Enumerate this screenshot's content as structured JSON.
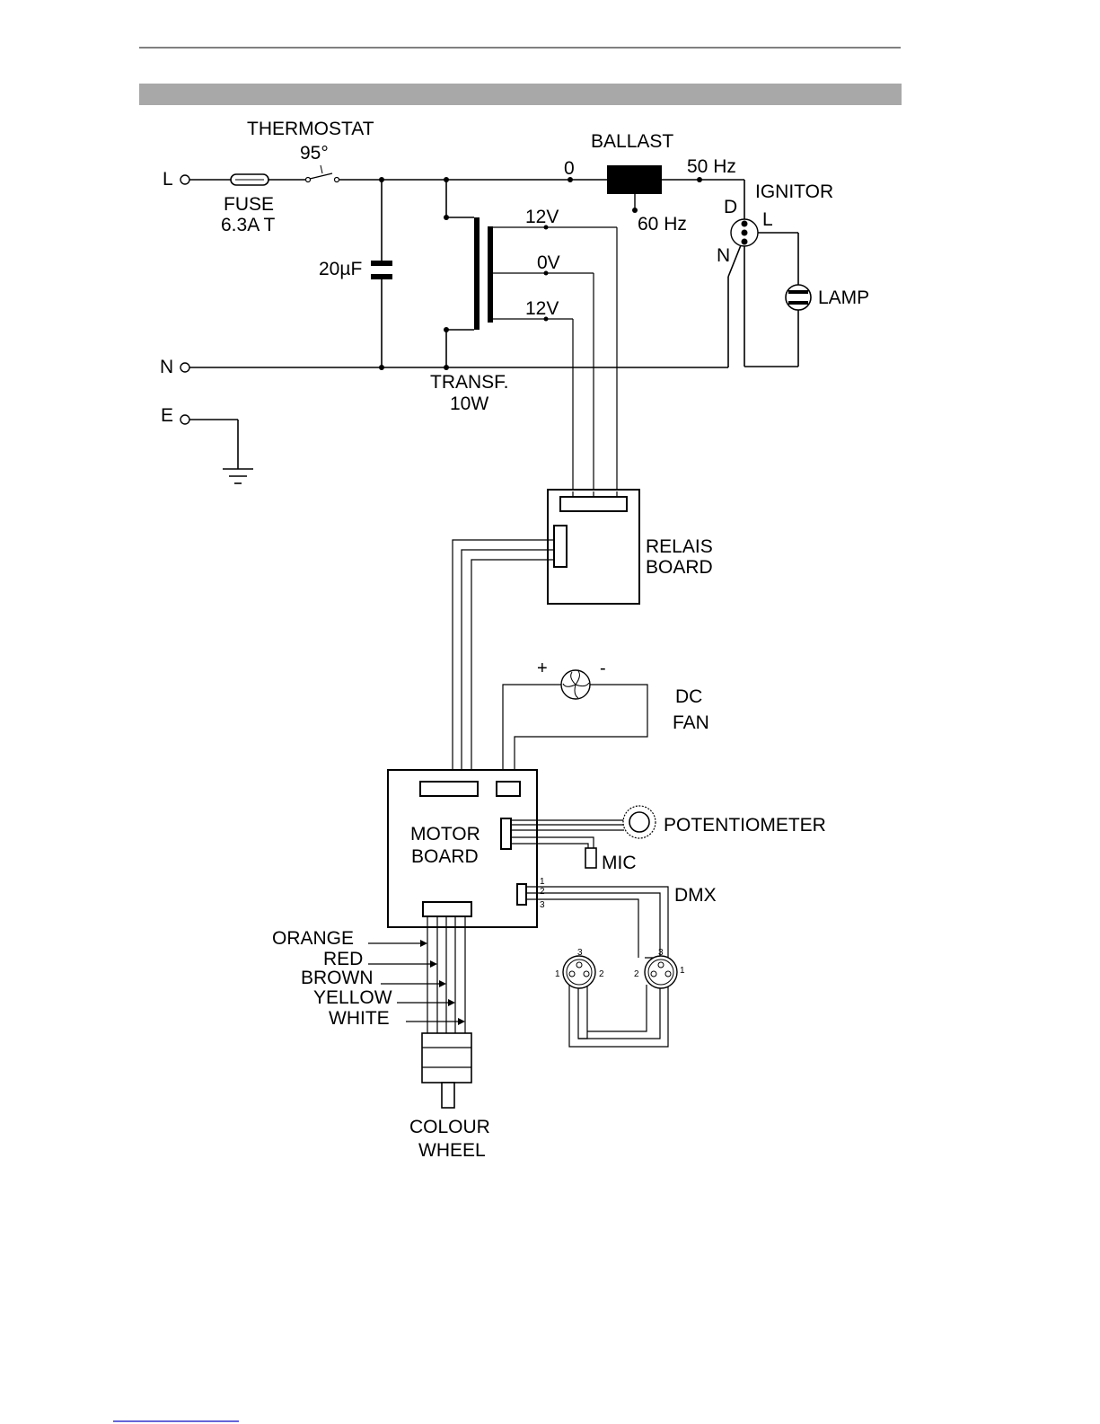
{
  "colors": {
    "ink": "#000000",
    "header_band": "#a8a8a8",
    "footer_link": "#3333cc"
  },
  "mains": {
    "line": "L",
    "neutral": "N",
    "earth": "E"
  },
  "thermostat": {
    "name": "THERMOSTAT",
    "temp": "95°"
  },
  "fuse": {
    "name": "FUSE",
    "rating": "6.3A T"
  },
  "capacitor": {
    "value": "20µF"
  },
  "ballast": {
    "name": "BALLAST",
    "tap_zero": "0",
    "tap_50": "50 Hz",
    "tap_60": "60 Hz"
  },
  "ignitor": {
    "name": "IGNITOR",
    "pin_d": "D",
    "pin_l": "L",
    "pin_n": "N"
  },
  "lamp": {
    "name": "LAMP"
  },
  "transformer": {
    "name": "TRANSF.",
    "power": "10W",
    "tap_top": "12V",
    "tap_mid": "0V",
    "tap_bottom": "12V"
  },
  "relais_board": {
    "line1": "RELAIS",
    "line2": "BOARD"
  },
  "dc_fan": {
    "line1": "DC",
    "line2": "FAN",
    "plus": "+",
    "minus": "-"
  },
  "motor_board": {
    "line1": "MOTOR",
    "line2": "BOARD"
  },
  "potentiometer": {
    "name": "POTENTIOMETER"
  },
  "mic": {
    "name": "MIC"
  },
  "dmx": {
    "name": "DMX",
    "header_pins": [
      "1",
      "2",
      "3"
    ],
    "left_connector_pins": {
      "p1": "1",
      "p2": "2",
      "p3": "3"
    },
    "right_connector_pins": {
      "p1": "1",
      "p2": "2",
      "p3": "3"
    }
  },
  "colour_wheel": {
    "line1": "COLOUR",
    "line2": "WHEEL",
    "wires": [
      "ORANGE",
      "RED",
      "BROWN",
      "YELLOW",
      "WHITE"
    ]
  }
}
